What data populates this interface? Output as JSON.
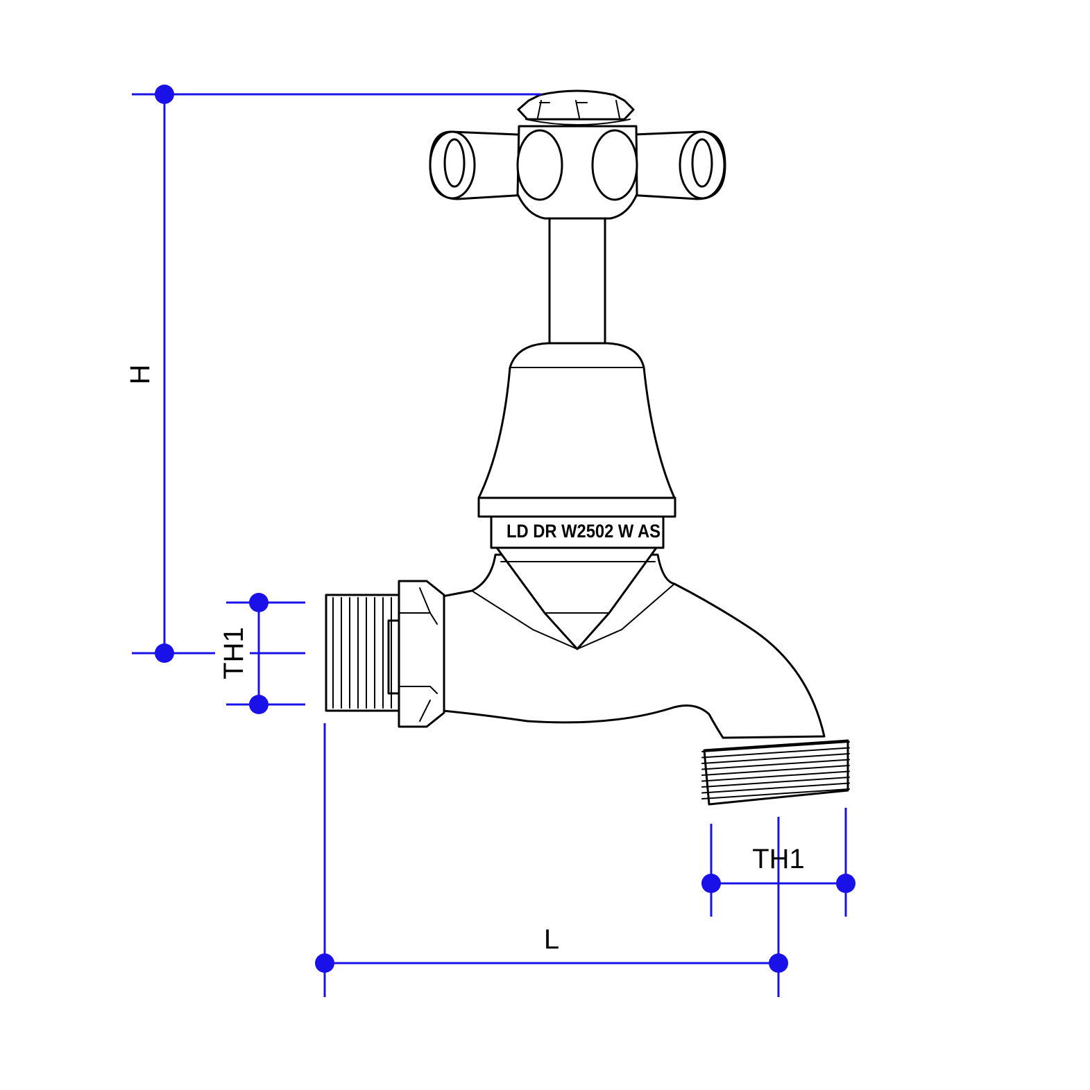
{
  "dimensions": {
    "height_label": "H",
    "length_label": "L",
    "inlet_thread_label": "TH1",
    "outlet_thread_label": "TH1"
  },
  "body_marking": "LD DR W2502 W AS",
  "colors": {
    "dimension": "#1a10e8",
    "outline": "#000000",
    "background": "#ffffff"
  }
}
